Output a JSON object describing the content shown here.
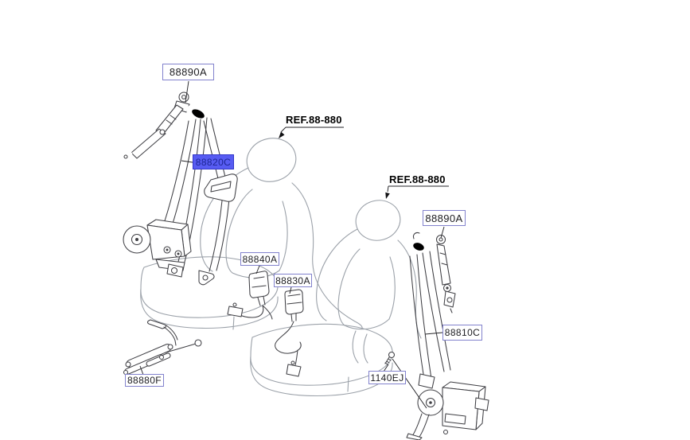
{
  "diagram": {
    "selected_part": "88820C",
    "colors": {
      "background": "#ffffff",
      "highlight_fill": "#575cf2",
      "highlight_border": "#3136c9",
      "highlight_text": "#1d2694",
      "label_border": "#8282cd",
      "label_text": "#1c1c20",
      "seat_line": "#9ba1a9",
      "part_line": "#3f3f44"
    },
    "labels": {
      "adjuster_left": "88890A",
      "seatbelt_left": "88820C",
      "ref_seat_left": "REF.88-880",
      "ref_seat_right": "REF.88-880",
      "adjuster_right": "88890A",
      "buckle_front": "88840A",
      "buckle_rear": "88830A",
      "anchor_kit": "88880F",
      "seatbelt_right": "88810C",
      "bolt": "1140EJ"
    }
  }
}
